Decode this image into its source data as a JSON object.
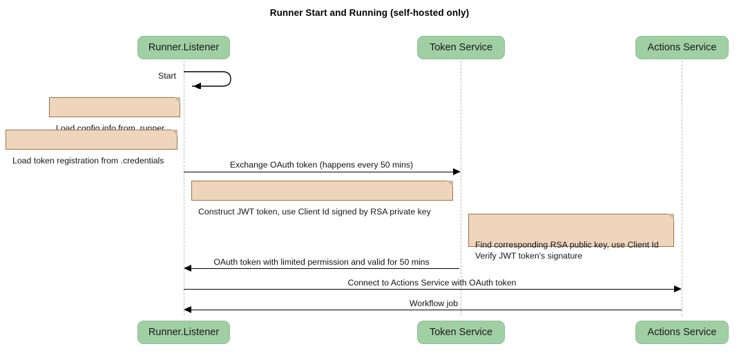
{
  "diagram": {
    "title": "Runner Start and Running (self-hosted only)",
    "type": "sequence-diagram",
    "colors": {
      "participant_fill": "#a0cfa4",
      "participant_border": "#8cbf92",
      "note_fill": "#eed5bc",
      "note_border": "#9e7248",
      "lifeline": "#b9b9b9",
      "arrow": "#000000",
      "background": "#ffffff"
    }
  },
  "participants": [
    {
      "id": "runner",
      "label": "Runner.Listener"
    },
    {
      "id": "token",
      "label": "Token Service"
    },
    {
      "id": "actions",
      "label": "Actions Service"
    }
  ],
  "messages": [
    {
      "id": "start",
      "label": "Start",
      "from": "runner",
      "to": "runner",
      "kind": "self"
    },
    {
      "id": "exchange-oauth",
      "label": "Exchange OAuth token (happens every 50 mins)",
      "from": "runner",
      "to": "token",
      "kind": "sync",
      "direction": "right"
    },
    {
      "id": "oauth-response",
      "label": "OAuth token with limited permission and valid for 50 mins",
      "from": "token",
      "to": "runner",
      "kind": "return",
      "direction": "left"
    },
    {
      "id": "connect-actions",
      "label": "Connect to Actions Service with OAuth token",
      "from": "runner",
      "to": "actions",
      "kind": "sync",
      "direction": "right"
    },
    {
      "id": "workflow-job",
      "label": "Workflow job",
      "from": "actions",
      "to": "runner",
      "kind": "return",
      "direction": "left"
    }
  ],
  "notes": [
    {
      "id": "note-config",
      "text": "Load config info from .runner",
      "over": "runner"
    },
    {
      "id": "note-credentials",
      "text": "Load token registration from .credentials",
      "over": "runner"
    },
    {
      "id": "note-jwt",
      "text": "Construct JWT token, use Client Id signed by RSA private key",
      "over": "runner"
    },
    {
      "id": "note-verify",
      "text": "Find corresponding RSA public key, use Client Id\nVerify JWT token's signature",
      "over": "token"
    }
  ]
}
